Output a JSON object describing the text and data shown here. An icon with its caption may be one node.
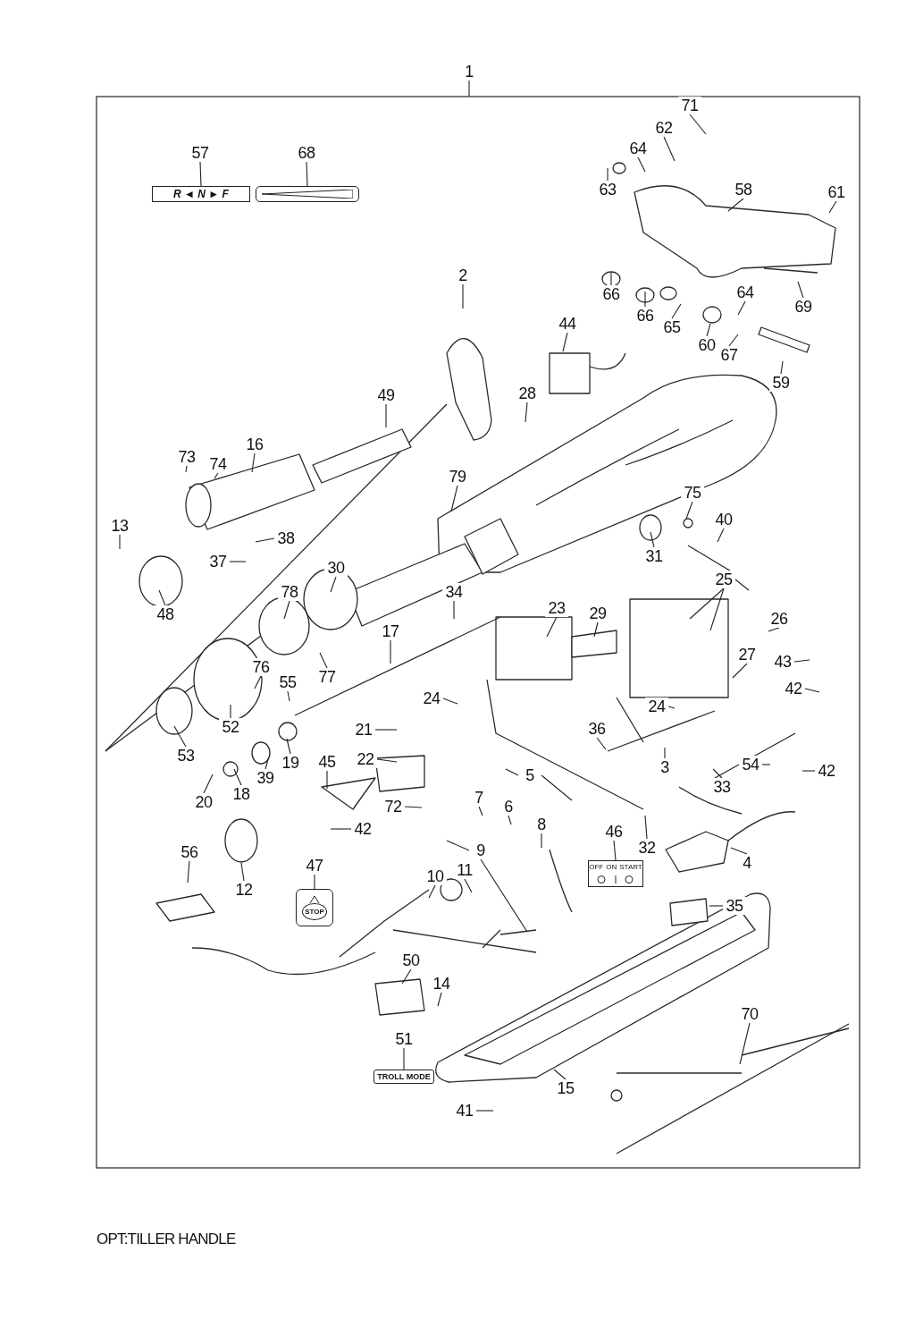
{
  "diagram": {
    "nodes": [
      {
        "text": [
          "1"
        ]
      },
      {
        "text": [
          "57"
        ]
      },
      {
        "text": [
          "R ◄ N ► F"
        ]
      },
      {
        "text": [
          "68"
        ]
      },
      {
        "text": [],
        "shape": "bar"
      },
      {
        "text": [
          "71"
        ]
      },
      {
        "text": [
          "62"
        ]
      },
      {
        "text": [
          "64"
        ]
      },
      {
        "text": [
          "58"
        ]
      },
      {
        "text": [
          "61"
        ]
      },
      {
        "text": [
          "63"
        ]
      },
      {
        "text": [
          "2"
        ]
      },
      {
        "text": [
          "66"
        ]
      },
      {
        "text": [
          "64"
        ]
      },
      {
        "text": [
          "69"
        ]
      },
      {
        "text": [
          "66"
        ]
      },
      {
        "text": [
          "44"
        ]
      },
      {
        "text": [
          "65"
        ]
      },
      {
        "text": [
          "60"
        ]
      },
      {
        "text": [
          "67"
        ]
      },
      {
        "text": [
          "59"
        ]
      },
      {
        "text": [
          "49"
        ]
      },
      {
        "text": [
          "28"
        ]
      },
      {
        "text": [
          "16"
        ]
      },
      {
        "text": [
          "73"
        ]
      },
      {
        "text": [
          "74"
        ]
      },
      {
        "text": [
          "79"
        ]
      },
      {
        "text": [
          "75"
        ]
      },
      {
        "text": [
          "40"
        ]
      },
      {
        "text": [
          "13"
        ]
      },
      {
        "text": [
          "38"
        ]
      },
      {
        "text": [
          "31"
        ]
      },
      {
        "text": [
          "37"
        ]
      },
      {
        "text": [
          "30"
        ]
      },
      {
        "text": [
          "25"
        ]
      },
      {
        "text": [
          "78"
        ]
      },
      {
        "text": [
          "34"
        ]
      },
      {
        "text": [
          "23"
        ]
      },
      {
        "text": [
          "29"
        ]
      },
      {
        "text": [
          "26"
        ]
      },
      {
        "text": [
          "48"
        ]
      },
      {
        "text": [
          "17"
        ]
      },
      {
        "text": [
          "27"
        ]
      },
      {
        "text": [
          "43"
        ]
      },
      {
        "text": [
          "76"
        ]
      },
      {
        "text": [
          "77"
        ]
      },
      {
        "text": [
          "55"
        ]
      },
      {
        "text": [
          "42"
        ]
      },
      {
        "text": [
          "24"
        ]
      },
      {
        "text": [
          "24"
        ]
      },
      {
        "text": [
          "36"
        ]
      },
      {
        "text": [
          "21"
        ]
      },
      {
        "text": [
          "52"
        ]
      },
      {
        "text": [
          "53"
        ]
      },
      {
        "text": [
          "22"
        ]
      },
      {
        "text": [
          "19"
        ]
      },
      {
        "text": [
          "45"
        ]
      },
      {
        "text": [
          "54"
        ]
      },
      {
        "text": [
          "3"
        ]
      },
      {
        "text": [
          "42"
        ]
      },
      {
        "text": [
          "5"
        ]
      },
      {
        "text": [
          "39"
        ]
      },
      {
        "text": [
          "33"
        ]
      },
      {
        "text": [
          "18"
        ]
      },
      {
        "text": [
          "7"
        ]
      },
      {
        "text": [
          "20"
        ]
      },
      {
        "text": [
          "6"
        ]
      },
      {
        "text": [
          "72"
        ]
      },
      {
        "text": [
          "8"
        ]
      },
      {
        "text": [
          "42"
        ]
      },
      {
        "text": [
          "46"
        ]
      },
      {
        "text": [
          "32"
        ]
      },
      {
        "text": [
          "OFF",
          "ON",
          "START"
        ]
      },
      {
        "text": [
          "9"
        ]
      },
      {
        "text": [
          "56"
        ]
      },
      {
        "text": [
          "4"
        ]
      },
      {
        "text": [
          "47"
        ]
      },
      {
        "text": [
          "10"
        ]
      },
      {
        "text": [
          "11"
        ]
      },
      {
        "text": [
          "12"
        ]
      },
      {
        "text": [
          "STOP"
        ]
      },
      {
        "text": [
          "35"
        ]
      },
      {
        "text": [
          "50"
        ]
      },
      {
        "text": [
          "14"
        ]
      },
      {
        "text": [
          "70"
        ]
      },
      {
        "text": [
          "51"
        ]
      },
      {
        "text": [
          "TROLL MODE"
        ]
      },
      {
        "text": [
          "15"
        ]
      },
      {
        "text": [
          "41"
        ]
      }
    ],
    "edges": [
      {
        "from": 0,
        "to": null,
        "arrow": "none"
      },
      {
        "from": 1,
        "to": 2,
        "arrow": "none"
      },
      {
        "from": 3,
        "to": 4,
        "arrow": "none"
      },
      {
        "from": 5,
        "to": null,
        "arrow": "none"
      },
      {
        "from": 6,
        "to": null,
        "arrow": "none"
      },
      {
        "from": 7,
        "to": null,
        "arrow": "none"
      },
      {
        "from": 8,
        "to": null,
        "arrow": "none"
      },
      {
        "from": 9,
        "to": null,
        "arrow": "none"
      },
      {
        "from": 10,
        "to": null,
        "arrow": "none"
      },
      {
        "from": 11,
        "to": null,
        "arrow": "none"
      },
      {
        "from": 12,
        "to": null,
        "arrow": "none"
      },
      {
        "from": 13,
        "to": null,
        "arrow": "none"
      },
      {
        "from": 14,
        "to": null,
        "arrow": "none"
      },
      {
        "from": 15,
        "to": null,
        "arrow": "none"
      },
      {
        "from": 16,
        "to": null,
        "arrow": "none"
      },
      {
        "from": 17,
        "to": null,
        "arrow": "none"
      },
      {
        "from": 18,
        "to": null,
        "arrow": "none"
      },
      {
        "from": 19,
        "to": null,
        "arrow": "none"
      },
      {
        "from": 20,
        "to": null,
        "arrow": "none"
      },
      {
        "from": 21,
        "to": null,
        "arrow": "none"
      },
      {
        "from": 22,
        "to": null,
        "arrow": "none"
      },
      {
        "from": 23,
        "to": null,
        "arrow": "none"
      },
      {
        "from": 24,
        "to": null,
        "arrow": "none"
      },
      {
        "from": 25,
        "to": null,
        "arrow": "none"
      },
      {
        "from": 26,
        "to": null,
        "arrow": "none"
      },
      {
        "from": 27,
        "to": null,
        "arrow": "none"
      },
      {
        "from": 28,
        "to": null,
        "arrow": "none"
      },
      {
        "from": 29,
        "to": null,
        "arrow": "none"
      },
      {
        "from": 30,
        "to": null,
        "arrow": "none"
      },
      {
        "from": 31,
        "to": null,
        "arrow": "none"
      },
      {
        "from": 32,
        "to": null,
        "arrow": "none"
      },
      {
        "from": 33,
        "to": null,
        "arrow": "none"
      },
      {
        "from": 34,
        "to": null,
        "arrow": "none"
      },
      {
        "from": 34,
        "to": null,
        "arrow": "none"
      },
      {
        "from": 34,
        "to": null,
        "arrow": "none"
      },
      {
        "from": 35,
        "to": null,
        "arrow": "none"
      },
      {
        "from": 36,
        "to": null,
        "arrow": "none"
      },
      {
        "from": 37,
        "to": null,
        "arrow": "none"
      },
      {
        "from": 38,
        "to": null,
        "arrow": "none"
      },
      {
        "from": 39,
        "to": null,
        "arrow": "none"
      },
      {
        "from": 40,
        "to": null,
        "arrow": "none"
      },
      {
        "from": 41,
        "to": null,
        "arrow": "none"
      },
      {
        "from": 42,
        "to": null,
        "arrow": "none"
      },
      {
        "from": 43,
        "to": null,
        "arrow": "none"
      },
      {
        "from": 44,
        "to": null,
        "arrow": "none"
      },
      {
        "from": 45,
        "to": null,
        "arrow": "none"
      },
      {
        "from": 46,
        "to": null,
        "arrow": "none"
      },
      {
        "from": 47,
        "to": null,
        "arrow": "none"
      },
      {
        "from": 48,
        "to": null,
        "arrow": "none"
      },
      {
        "from": 49,
        "to": null,
        "arrow": "none"
      },
      {
        "from": 50,
        "to": null,
        "arrow": "none"
      },
      {
        "from": 51,
        "to": null,
        "arrow": "none"
      },
      {
        "from": 52,
        "to": null,
        "arrow": "none"
      },
      {
        "from": 53,
        "to": null,
        "arrow": "none"
      },
      {
        "from": 54,
        "to": null,
        "arrow": "none"
      },
      {
        "from": 55,
        "to": null,
        "arrow": "none"
      },
      {
        "from": 56,
        "to": null,
        "arrow": "none"
      },
      {
        "from": 57,
        "to": null,
        "arrow": "none"
      },
      {
        "from": 58,
        "to": null,
        "arrow": "none"
      },
      {
        "from": 59,
        "to": null,
        "arrow": "none"
      },
      {
        "from": 60,
        "to": null,
        "arrow": "none"
      },
      {
        "from": 60,
        "to": null,
        "arrow": "none"
      },
      {
        "from": 61,
        "to": null,
        "arrow": "none"
      },
      {
        "from": 62,
        "to": null,
        "arrow": "none"
      },
      {
        "from": 63,
        "to": null,
        "arrow": "none"
      },
      {
        "from": 64,
        "to": null,
        "arrow": "none"
      },
      {
        "from": 65,
        "to": null,
        "arrow": "none"
      },
      {
        "from": 66,
        "to": null,
        "arrow": "none"
      },
      {
        "from": 67,
        "to": null,
        "arrow": "none"
      },
      {
        "from": 68,
        "to": null,
        "arrow": "none"
      },
      {
        "from": 69,
        "to": null,
        "arrow": "none"
      },
      {
        "from": 70,
        "to": 72,
        "arrow": "none"
      },
      {
        "from": 71,
        "to": null,
        "arrow": "none"
      },
      {
        "from": 73,
        "to": null,
        "arrow": "none"
      },
      {
        "from": 73,
        "to": null,
        "arrow": "none"
      },
      {
        "from": 74,
        "to": null,
        "arrow": "none"
      },
      {
        "from": 75,
        "to": null,
        "arrow": "none"
      },
      {
        "from": 76,
        "to": 80,
        "arrow": "none"
      },
      {
        "from": 77,
        "to": null,
        "arrow": "none"
      },
      {
        "from": 78,
        "to": null,
        "arrow": "none"
      },
      {
        "from": 79,
        "to": null,
        "arrow": "none"
      },
      {
        "from": 81,
        "to": null,
        "arrow": "none"
      },
      {
        "from": 82,
        "to": null,
        "arrow": "none"
      },
      {
        "from": 83,
        "to": null,
        "arrow": "none"
      },
      {
        "from": 84,
        "to": null,
        "arrow": "none"
      },
      {
        "from": 85,
        "to": 86,
        "arrow": "none"
      },
      {
        "from": 87,
        "to": null,
        "arrow": "none"
      },
      {
        "from": 88,
        "to": null,
        "arrow": "none"
      }
    ],
    "labels": [
      "OPT:TILLER HANDLE"
    ]
  }
}
